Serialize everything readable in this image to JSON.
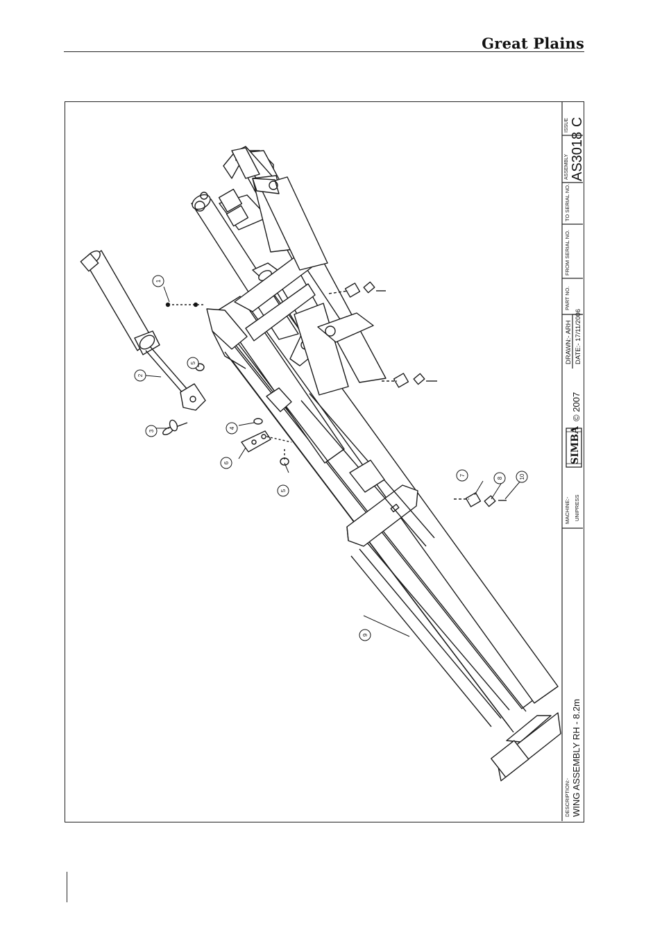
{
  "header": {
    "brand": "Great Plains"
  },
  "title_block": {
    "description_label": "DESCRIPTION:-",
    "description": "WING ASSEMBLY RH - 8.2m",
    "machine_label": "MACHINE:-",
    "machine": "UNIPRESS",
    "logo_text": "SIMBA",
    "copyright": "© 2007",
    "drawn": "DRAWN:- ARH",
    "date": "DATE:- 17/11/2006",
    "part_no_label": "PART NO.",
    "from_serial_label": "FROM SERIAL NO.",
    "to_serial_label": "TO SERIAL NO.",
    "assembly_label": "ASSEMBLY",
    "assembly": "AS3018",
    "issue_label": "ISSUE",
    "issue": "C"
  },
  "balloons": [
    "1",
    "2",
    "3",
    "4",
    "5",
    "5",
    "6",
    "7",
    "8",
    "10",
    "9"
  ],
  "colors": {
    "ink": "#111111",
    "paper": "#ffffff"
  }
}
